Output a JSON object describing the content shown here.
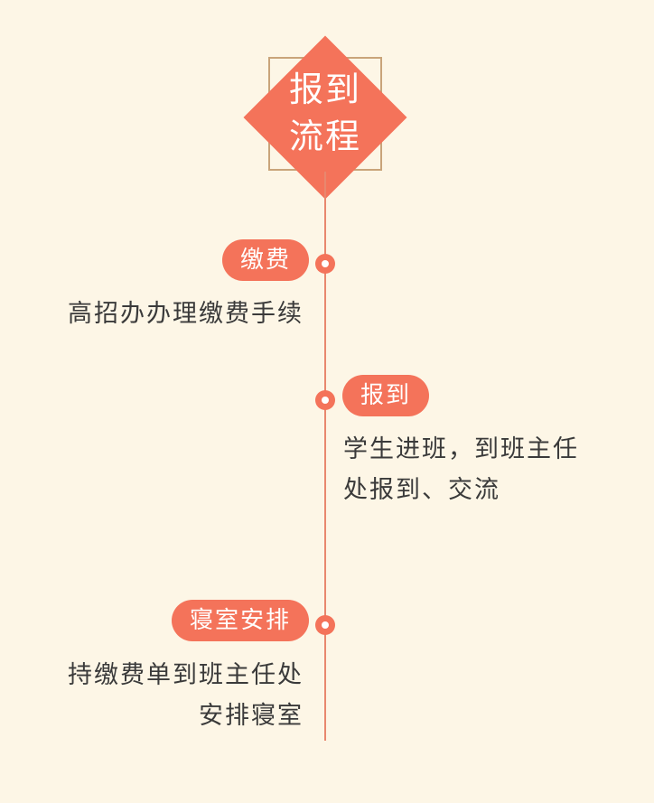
{
  "title": {
    "line1": "报到",
    "line2": "流程"
  },
  "colors": {
    "background": "#fdf6e6",
    "accent": "#f4735a",
    "frame": "#c9a47a",
    "line": "#e8876e",
    "text": "#3a3a3a"
  },
  "steps": [
    {
      "label": "缴费",
      "description_lines": [
        "高招办办理缴费手续"
      ]
    },
    {
      "label": "报到",
      "description_lines": [
        "学生进班，到班主任",
        "处报到、交流"
      ]
    },
    {
      "label": "寝室安排",
      "description_lines": [
        "持缴费单到班主任处",
        "安排寝室"
      ]
    }
  ]
}
